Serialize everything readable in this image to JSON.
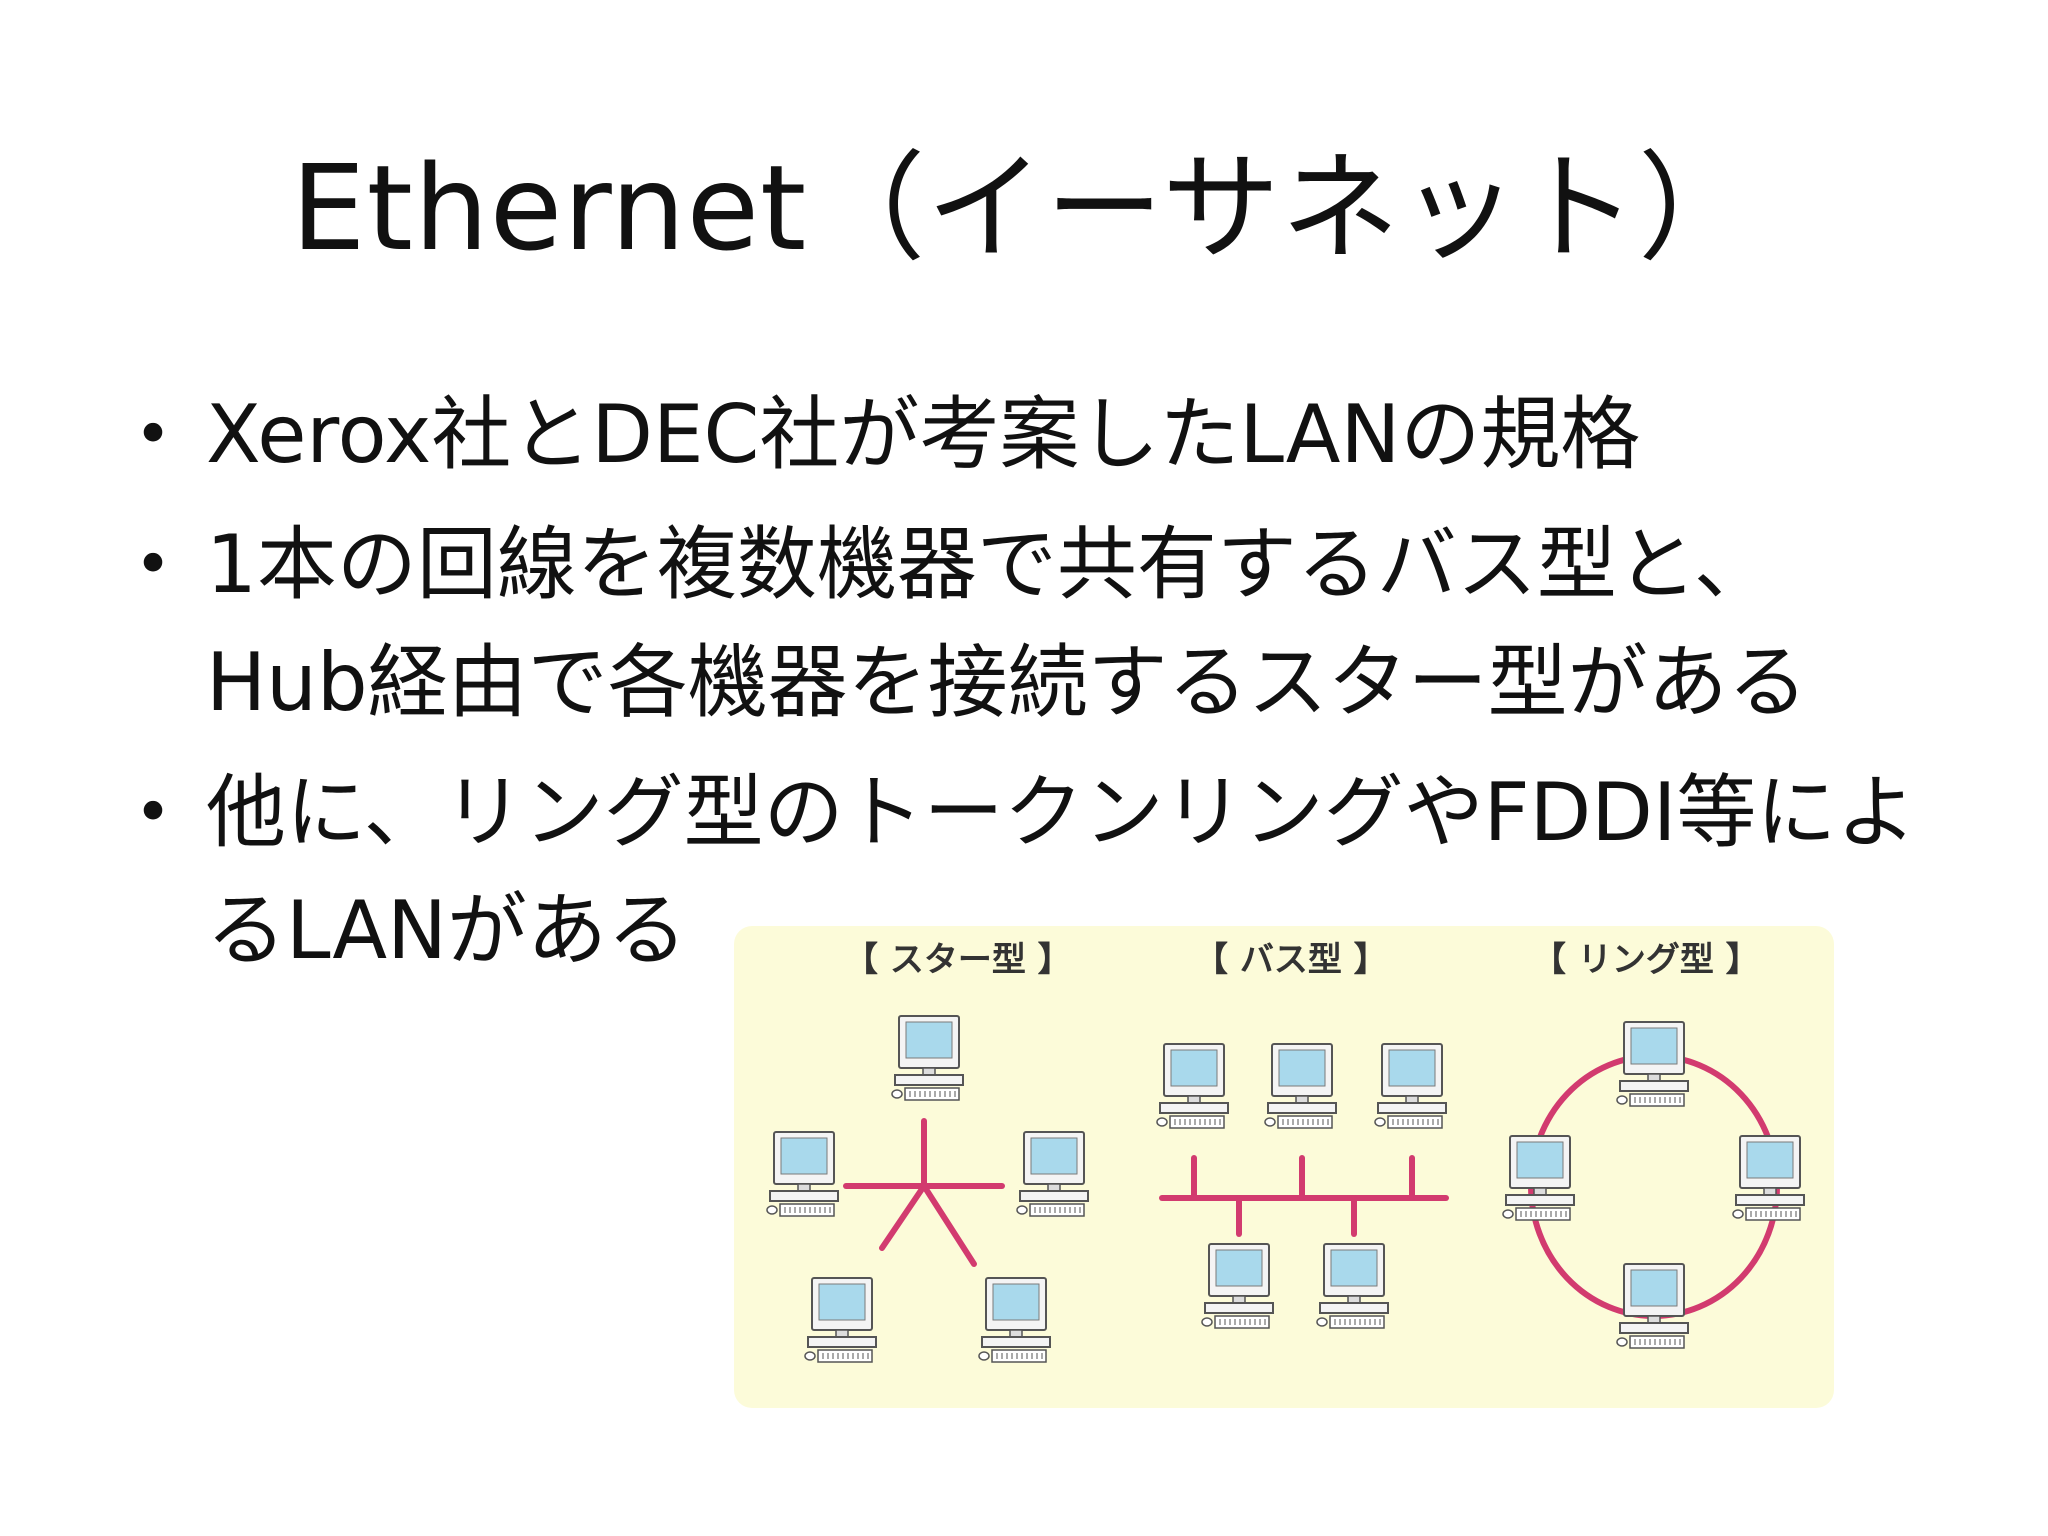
{
  "slide": {
    "title": "Ethernet（イーサネット）",
    "bullets": [
      {
        "marker": "•",
        "lines": [
          "Xerox社とDEC社が考案したLANの規格"
        ]
      },
      {
        "marker": "•",
        "lines": [
          "1本の回線を複数機器で共有するバス型と、",
          "Hub経由で各機器を接続するスター型がある"
        ]
      },
      {
        "marker": "•",
        "lines": [
          "他に、リング型のトークンリングやFDDI等によ",
          "るLANがある"
        ]
      }
    ]
  },
  "diagram": {
    "background_color": "#fcfbd9",
    "line_color": "#d23b6f",
    "screen_color": "#a9d9ec",
    "panels": [
      {
        "label": "【 スター型 】",
        "topology": "star",
        "computer_count": 5,
        "icon": "computer-icon"
      },
      {
        "label": "【 バス型 】",
        "topology": "bus",
        "computer_count": 5,
        "icon": "computer-icon"
      },
      {
        "label": "【 リング型 】",
        "topology": "ring",
        "computer_count": 4,
        "icon": "computer-icon"
      }
    ]
  }
}
